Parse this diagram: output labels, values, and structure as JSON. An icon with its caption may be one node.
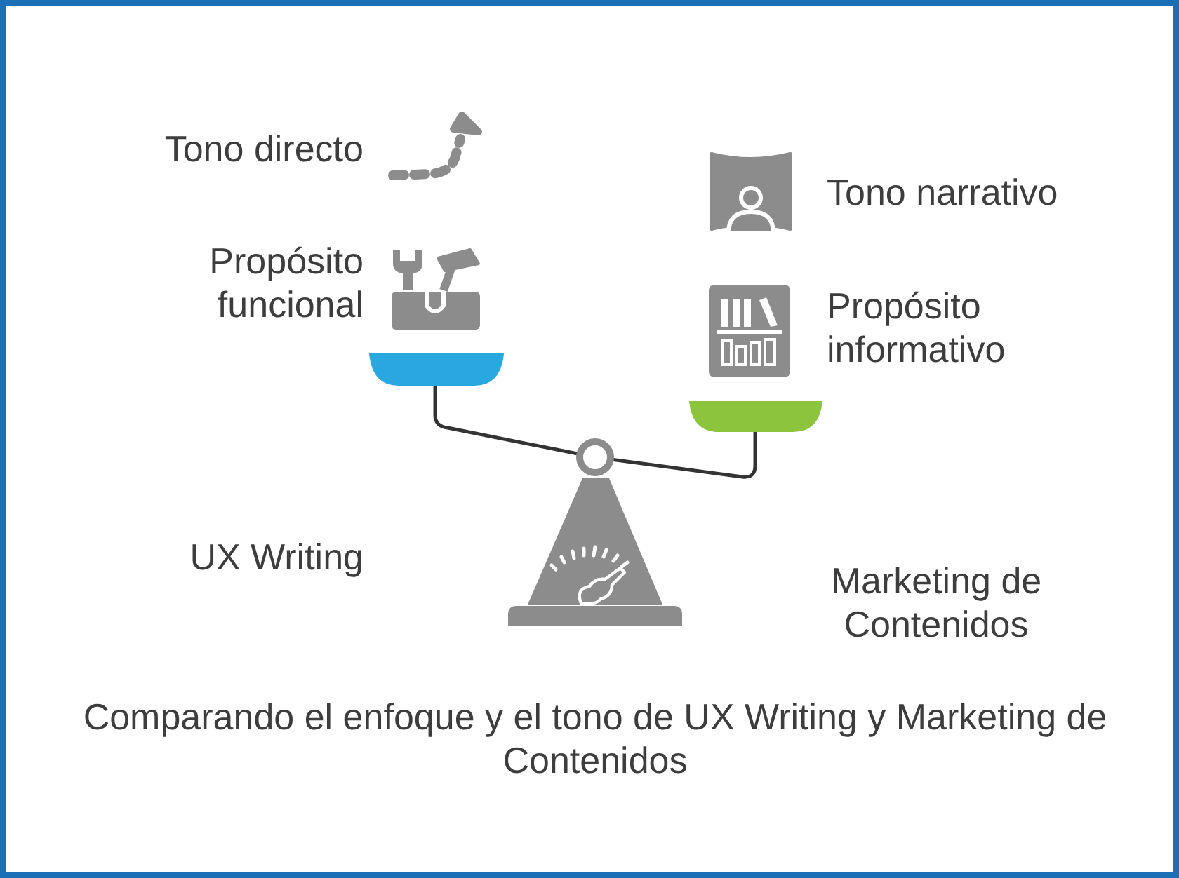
{
  "diagram": {
    "caption": "Comparando el enfoque y el tono de UX Writing y Marketing de Contenidos",
    "labels": [
      "Tono directo",
      "Tono narrativo",
      "Propósito funcional",
      "Propósito informativo",
      "UX Writing",
      "Marketing de Contenidos"
    ]
  }
}
